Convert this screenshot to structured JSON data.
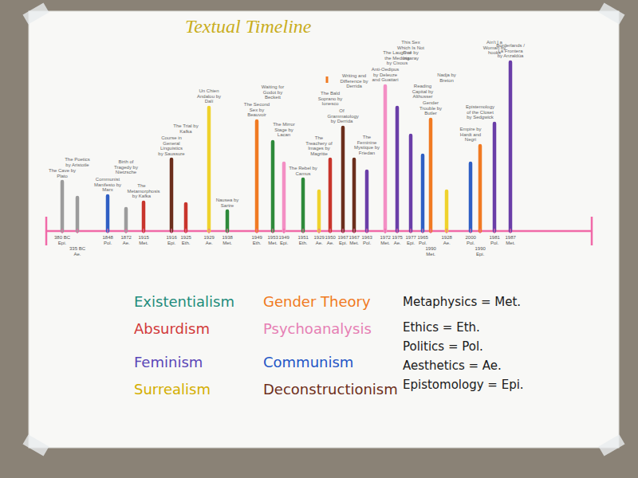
{
  "diagram": {
    "title": "Textual Timeline",
    "labels": [
      "The Cave by Plato",
      "380 BC",
      "Epi.",
      "The Poetics by Aristotle",
      "335 BC",
      "Ae.",
      "Communist Manifesto by Marx",
      "1848",
      "Pol.",
      "Birth of Tragedy by Nietzsche",
      "1872",
      "Ae.",
      "The Metamorphosis by Kafka",
      "1915",
      "Met.",
      "Course in General Linguistics by Saussure",
      "1916",
      "Epi.",
      "The Trial by Kafka",
      "1925",
      "Eth.",
      "Un Chien Andalou by Dalí",
      "1929",
      "Ae.",
      "Nausea by Sartre",
      "1938",
      "Met.",
      "The Second Sex by Beauvoir",
      "1949",
      "Eth.",
      "Waiting for Godot by Beckett",
      "1953",
      "Met.",
      "The Mirror Stage by Lacan",
      "1949",
      "Epi.",
      "The Rebel by Camus",
      "1951",
      "Eth.",
      "The Treachery of Images by Magritte",
      "1929",
      "Ae.",
      "The Bald Soprano by Ionesco",
      "1950",
      "Ae.",
      "Of Grammatology by Derrida",
      "1967",
      "Epi.",
      "Writing and Difference by Derrida",
      "1967",
      "Met.",
      "The Feminine Mystique by Friedan",
      "1963",
      "Pol.",
      "Anti-Oedipus by Deleuze and Guattari",
      "1972",
      "Met.",
      "The Laugh of the Medusa by Cixous",
      "1975",
      "Ae.",
      "This Sex Which Is Not One by Irigaray",
      "1977",
      "Epi.",
      "Reading Capital by Althusser",
      "1965",
      "Pol.",
      "Gender Trouble by Butler",
      "1990",
      "Met.",
      "Nadja by Breton",
      "1928",
      "Ae.",
      "Empire by Hardt and Negri",
      "2000",
      "Pol.",
      "Epistemology of the Closet by Sedgwick",
      "1990",
      "Epi.",
      "Ain't I a Woman by hooks",
      "1981",
      "Pol.",
      "Borderlands / La Frontera by Anzaldúa",
      "1987",
      "Met.",
      "Metaphysics = Met.",
      "Ethics = Eth.",
      "Politics = Pol.",
      "Aesthetics = Ae.",
      "Epistomology = Epi."
    ],
    "legend": [
      {
        "text": "Existentialism",
        "color": "#1f8c7c"
      },
      {
        "text": "Absurdism",
        "color": "#d23a3a"
      },
      {
        "text": "Feminism",
        "color": "#5b47b8"
      },
      {
        "text": "Surrealism",
        "color": "#d4ae00"
      },
      {
        "text": "Gender Theory",
        "color": "#f07a1e"
      },
      {
        "text": "Psychoanalysis",
        "color": "#e67fb4"
      },
      {
        "text": "Communism",
        "color": "#2456c6"
      },
      {
        "text": "Deconstructionism",
        "color": "#6e2f1a"
      }
    ]
  }
}
